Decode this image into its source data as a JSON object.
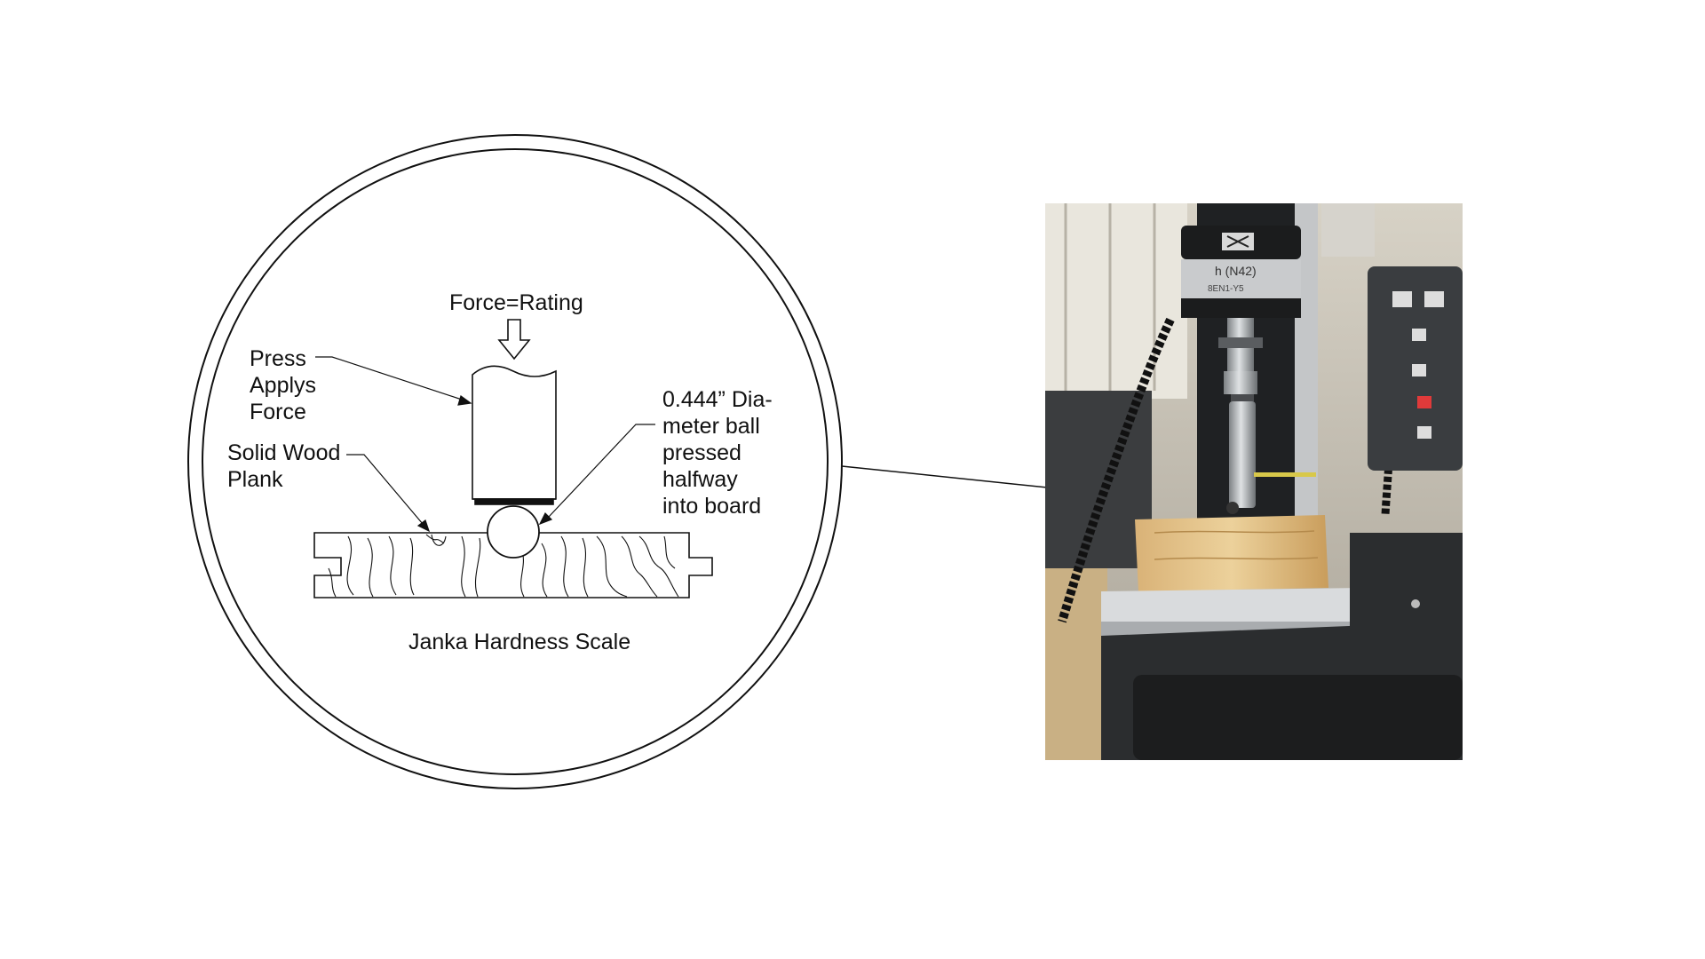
{
  "diagram": {
    "force_label": "Force=Rating",
    "press_label": "Press\nApplys\nForce",
    "plank_label": "Solid Wood\nPlank",
    "ball_label": "0.444” Dia-\nmeter ball\npressed\nhalfway\ninto board",
    "caption": "Janka Hardness Scale"
  },
  "photo": {
    "machine_label": "h (N42)",
    "machine_label_2": "8EN1-Y5"
  },
  "colors": {
    "line": "#111111",
    "wood_light": "#e8c98c",
    "wood_dark": "#c9a05e",
    "metal": "#b9bcbf",
    "machine_dark": "#2a2c2e",
    "panel": "#3a3d40"
  }
}
